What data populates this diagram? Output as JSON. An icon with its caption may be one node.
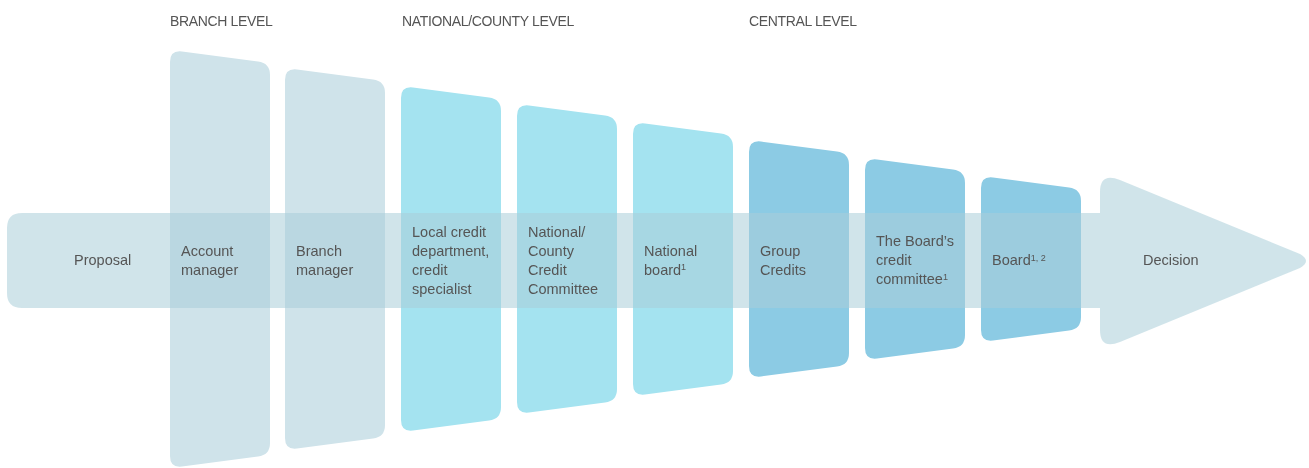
{
  "diagram": {
    "nodes": [
      {
        "text": [
          "Proposal"
        ]
      },
      {
        "text": [
          "Account manager"
        ]
      },
      {
        "text": [
          "Branch manager"
        ]
      },
      {
        "text": [
          "Local credit department, credit specialist"
        ]
      },
      {
        "text": [
          "National/ County Credit Committee"
        ]
      },
      {
        "text": [
          "National board$^{1}$"
        ]
      },
      {
        "text": [
          "Group Credits"
        ]
      },
      {
        "text": [
          "The Board’s credit committee$^{1}$"
        ]
      },
      {
        "text": [
          "Board$^{1, 2}$"
        ]
      },
      {
        "text": [
          "Decision"
        ]
      }
    ],
    "labels": [
      "BRANCH LEVEL",
      "NATIONAL/COUNTY LEVEL",
      "CENTRAL LEVEL"
    ]
  }
}
